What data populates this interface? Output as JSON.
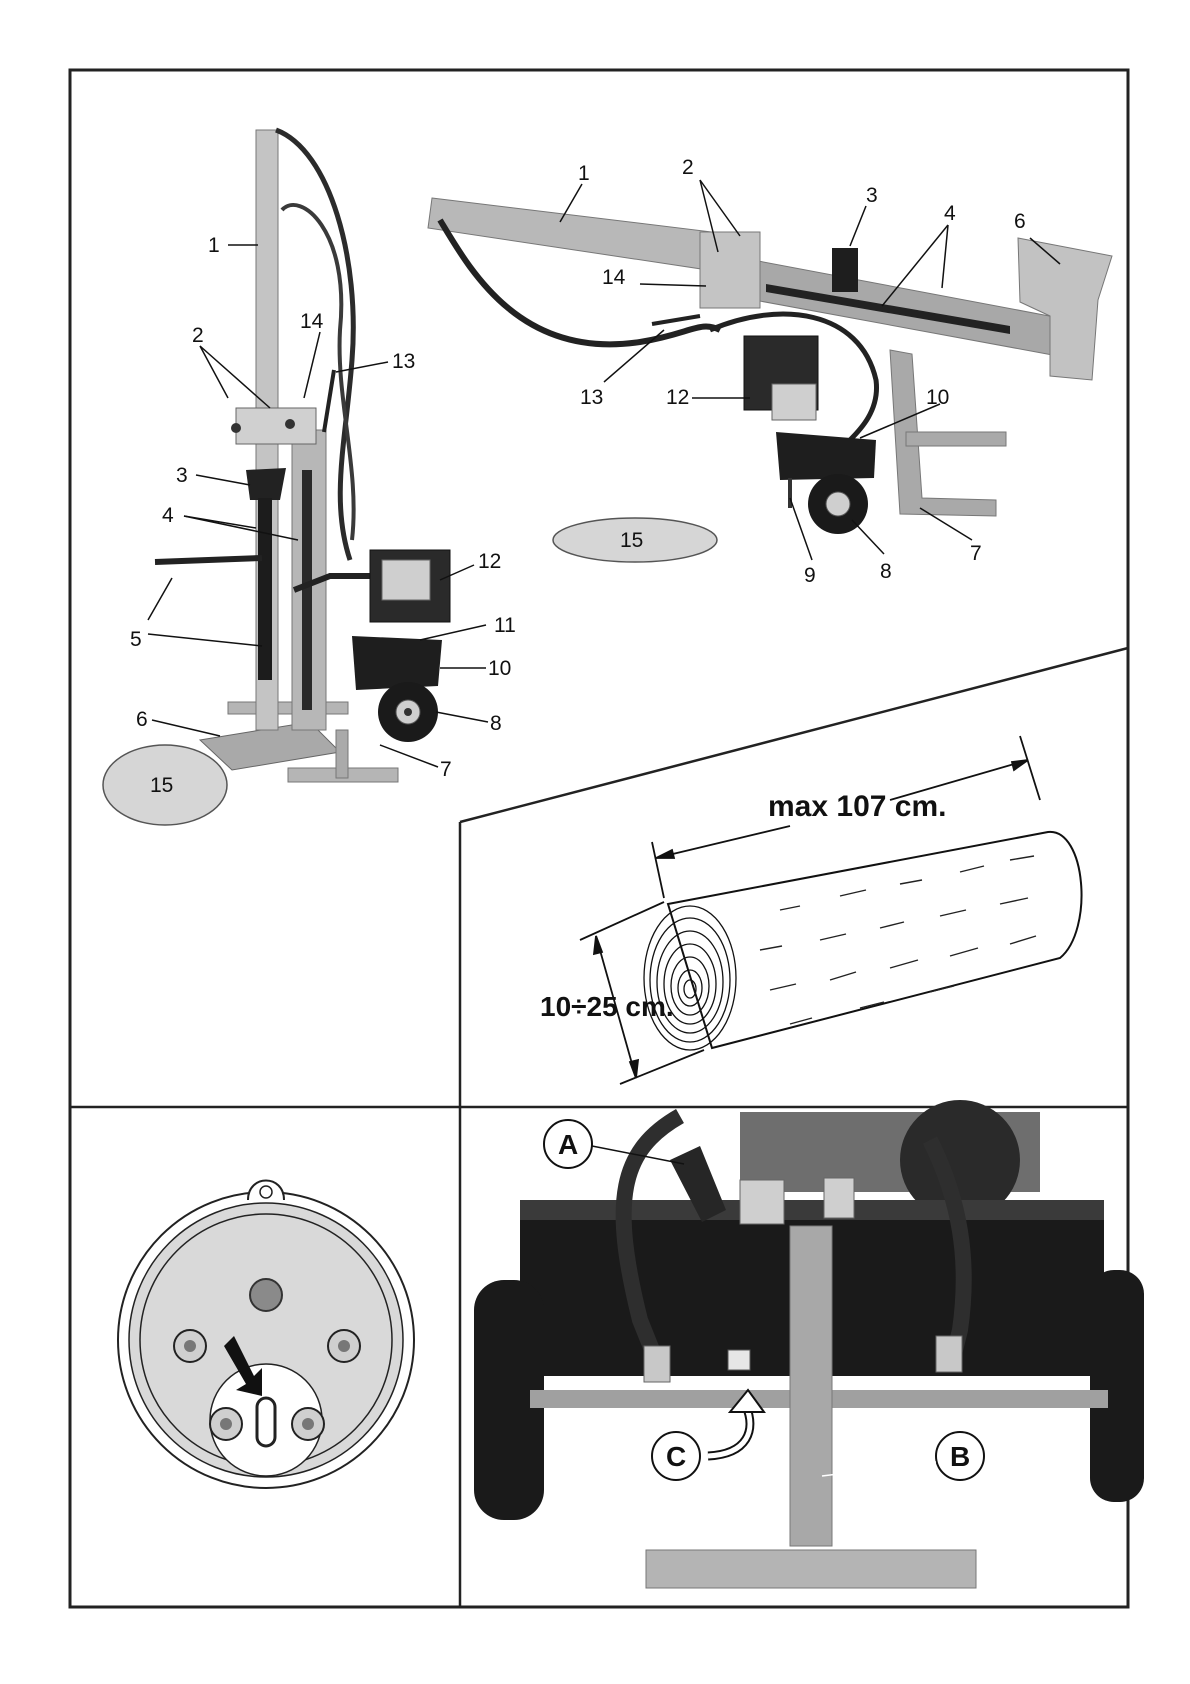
{
  "vertical_splitter": {
    "callouts": {
      "c1": "1",
      "c2": "2",
      "c3": "3",
      "c4": "4",
      "c5": "5",
      "c6": "6",
      "c7": "7",
      "c8": "8",
      "c10": "10",
      "c11": "11",
      "c12": "12",
      "c13": "13",
      "c14": "14"
    },
    "platform_label": "15"
  },
  "horizontal_splitter": {
    "callouts": {
      "c1": "1",
      "c2": "2",
      "c3": "3",
      "c4": "4",
      "c6": "6",
      "c7": "7",
      "c8": "8",
      "c9": "9",
      "c10": "10",
      "c12": "12",
      "c13": "13",
      "c14": "14"
    },
    "platform_label": "15"
  },
  "log_dimensions": {
    "max_length": "max 107 cm.",
    "diameter": "10÷25 cm."
  },
  "hydraulic_detail": {
    "labels": {
      "a": "A",
      "b": "B",
      "c": "C"
    }
  },
  "colors": {
    "frame": "#222222",
    "metal_light": "#bdbdbd",
    "metal_mid": "#9a9a9a",
    "dark": "#1c1c1c",
    "platform_fill": "#d6d6d6"
  }
}
